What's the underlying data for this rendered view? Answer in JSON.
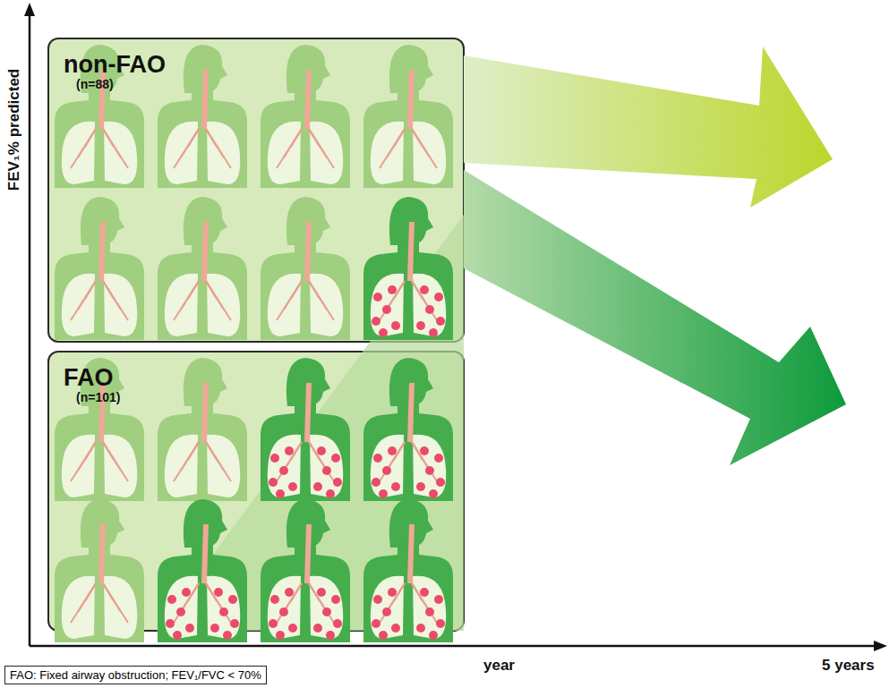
{
  "diagram": {
    "nodes": [
      {
        "text": [
          "non-FAO",
          "(n=88)"
        ]
      },
      {
        "text": [
          "FAO",
          "(n=101)"
        ]
      },
      {
        "text": [
          "FAO: Fixed airway obstruction; FEV₁/FVC < 70%"
        ]
      }
    ],
    "labels": [
      "FEV₁% predicted",
      "year",
      "5 years"
    ]
  }
}
